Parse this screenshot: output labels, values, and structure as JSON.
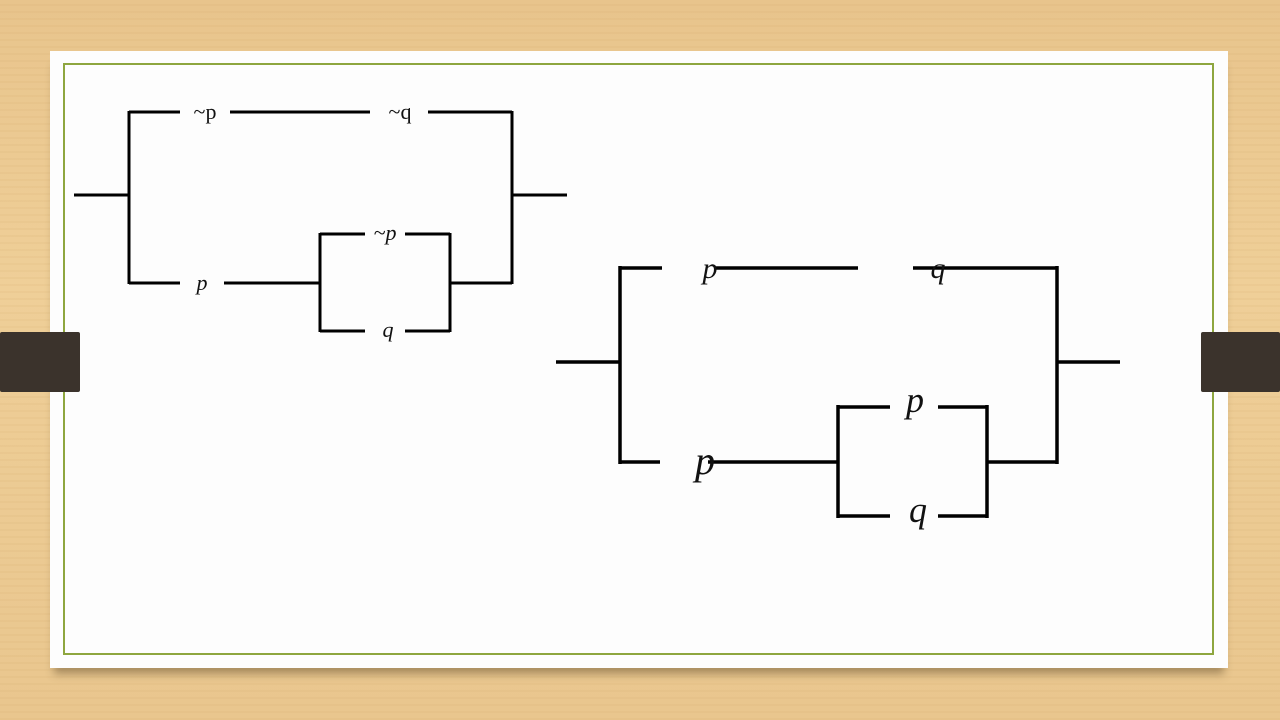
{
  "slide": {
    "border_color": "#8ea63f",
    "background_color": "#fdfdfd",
    "tab_color": "#3b332c"
  },
  "diagram_left": {
    "description": "Switching circuit: (~p AND ~q) OR (p AND (~p OR q))",
    "top_branch": {
      "labels": [
        "~p",
        "~q"
      ]
    },
    "bottom_branch": {
      "series_label": "p",
      "parallel_labels": [
        "~p",
        "q"
      ]
    }
  },
  "diagram_right": {
    "description": "Switching circuit: (p AND q) OR (p AND (p OR q))",
    "top_branch": {
      "labels": [
        "p",
        "q"
      ]
    },
    "bottom_branch": {
      "series_label": "p",
      "parallel_labels": [
        "p",
        "q"
      ]
    }
  }
}
